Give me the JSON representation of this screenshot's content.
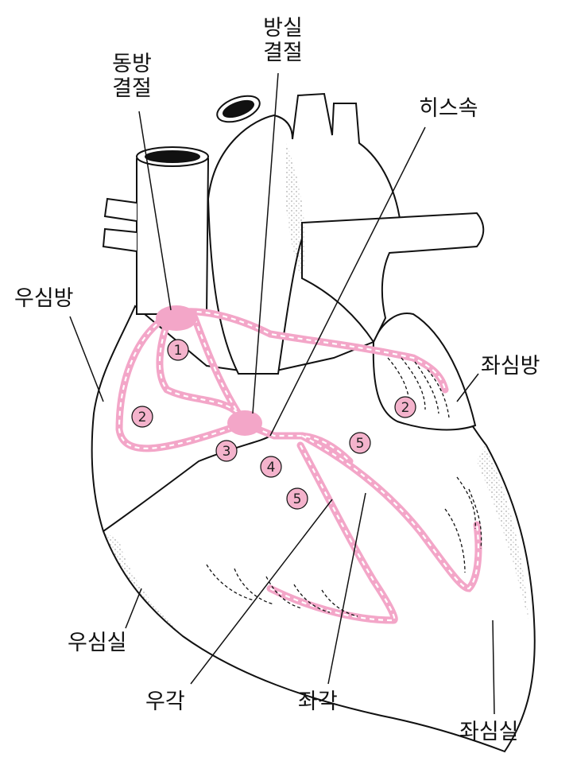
{
  "labels": {
    "sa_node": {
      "line1": "동방",
      "line2": "결절"
    },
    "av_node": {
      "line1": "방실",
      "line2": "결절"
    },
    "his_bundle": "히스속",
    "right_atrium": "우심방",
    "left_atrium": "좌심방",
    "right_ventricle": "우심실",
    "right_bundle": "우각",
    "left_bundle": "좌각",
    "left_ventricle": "좌심실"
  },
  "markers": {
    "m1": "1",
    "m2_right": "2",
    "m2_left": "2",
    "m3": "3",
    "m4": "4",
    "m5_right": "5",
    "m5_left": "5"
  },
  "colors": {
    "conduction_pink": "#f3a6c8",
    "marker_fill": "#f4b3cc",
    "outline": "#111111"
  }
}
